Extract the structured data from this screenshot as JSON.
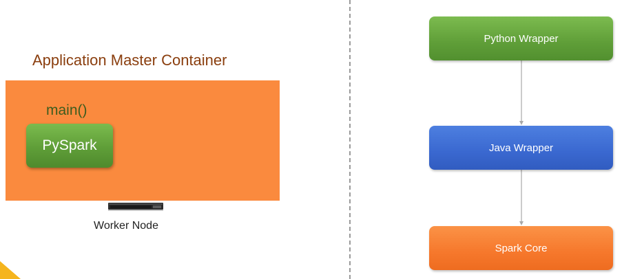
{
  "left_panel": {
    "container_title": "Application Master Container",
    "main_label": "main()",
    "pyspark_label": "PySpark",
    "worker_label": "Worker Node"
  },
  "right_panel": {
    "layers": [
      {
        "label": "Python Wrapper"
      },
      {
        "label": "Java Wrapper"
      },
      {
        "label": "Spark Core"
      }
    ]
  },
  "colors": {
    "container_fill": "#fa8a3e",
    "container_title": "#8a3e0e",
    "main_label": "#3d5c1e",
    "python_layer": "#5f9e38",
    "java_layer": "#3a68d0",
    "core_layer": "#f6782c",
    "connector": "#a8a8a8",
    "divider": "#9a9a9a",
    "corner_accent": "#f5b51e"
  }
}
